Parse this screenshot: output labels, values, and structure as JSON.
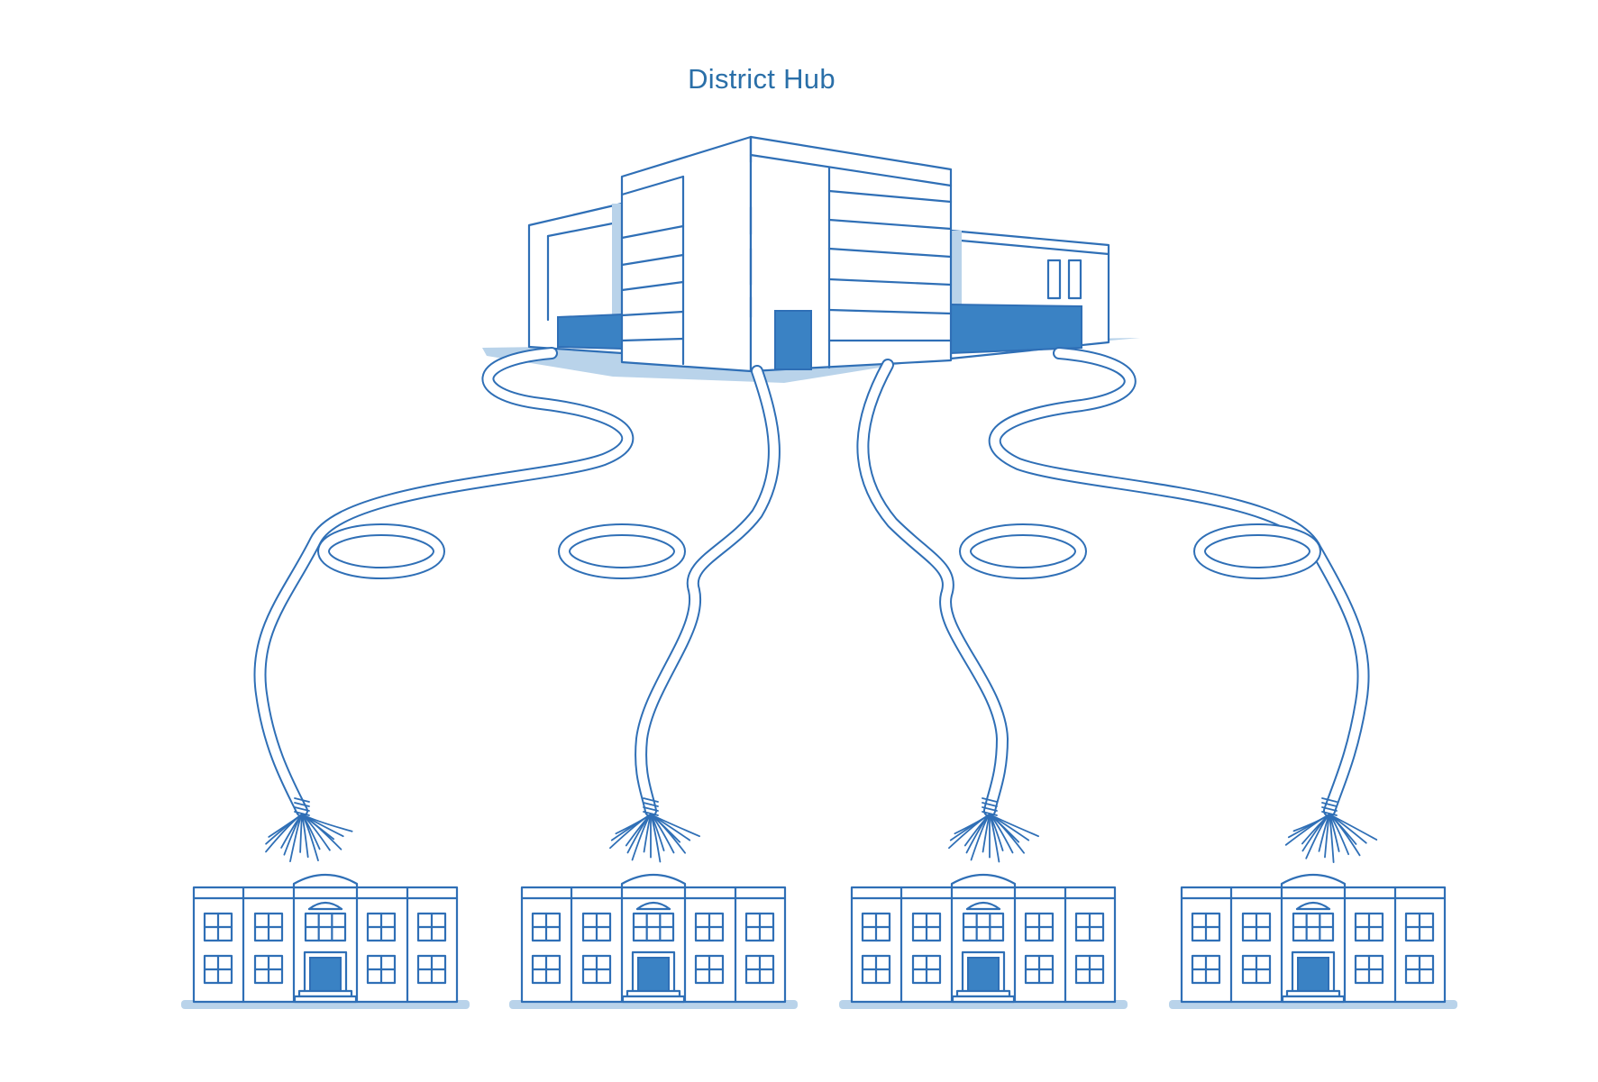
{
  "diagram": {
    "title": "District Hub",
    "nodes": [
      {
        "id": "hub",
        "kind": "district-hub-building"
      },
      {
        "id": "school-1",
        "kind": "school-building"
      },
      {
        "id": "school-2",
        "kind": "school-building"
      },
      {
        "id": "school-3",
        "kind": "school-building"
      },
      {
        "id": "school-4",
        "kind": "school-building"
      }
    ],
    "edges": [
      {
        "from": "hub",
        "to": "school-1",
        "style": "fiber-cable"
      },
      {
        "from": "hub",
        "to": "school-2",
        "style": "fiber-cable"
      },
      {
        "from": "hub",
        "to": "school-3",
        "style": "fiber-cable"
      },
      {
        "from": "hub",
        "to": "school-4",
        "style": "fiber-cable"
      }
    ],
    "colors": {
      "line": "#2f6fb6",
      "accent_fill": "#3a82c4",
      "shadow": "#b9d3ea",
      "title": "#2a6fa8"
    }
  }
}
